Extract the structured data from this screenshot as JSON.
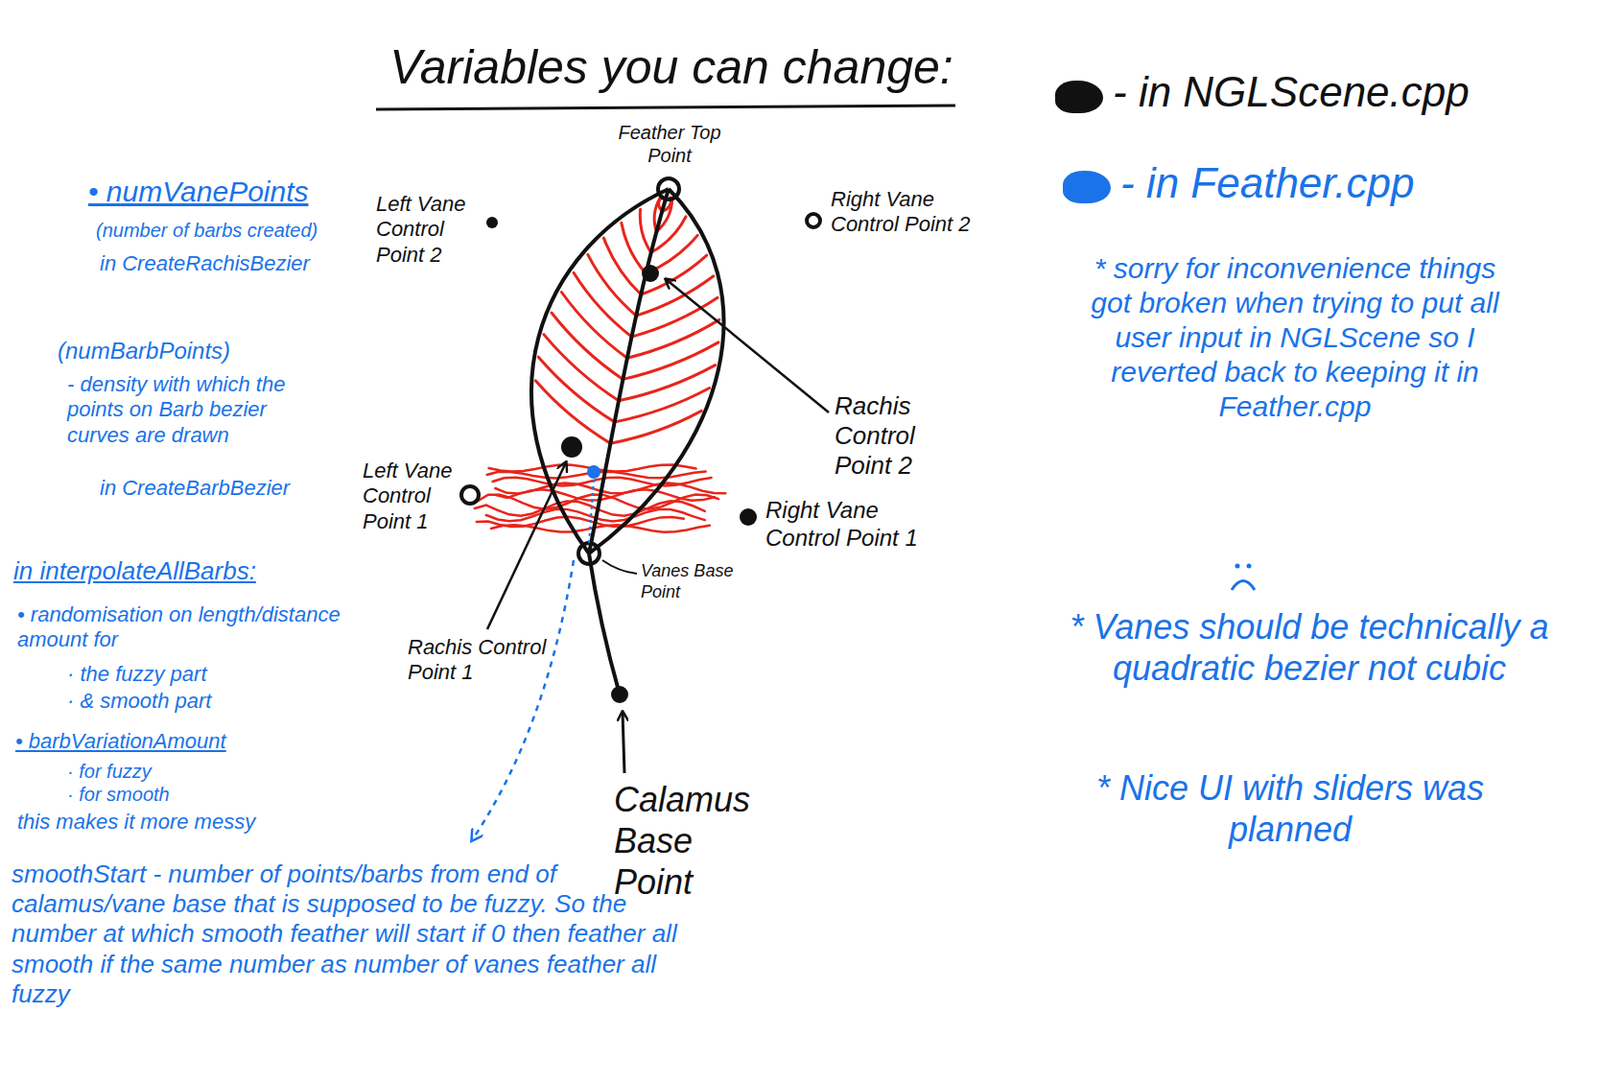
{
  "diagram": {
    "title": "Variables you can change:",
    "labels": [
      "Feather Top Point",
      "Left Vane Control Point 2",
      "Right Vane Control Point 2",
      "Rachis Control Point 2",
      "Left Vane Control Point 1",
      "Right Vane Control Point 1",
      "Vanes Base Point",
      "Rachis Control Point 1",
      "Calamus Base Point",
      "• numVanePoints",
      "(number of barbs created)",
      "in CreateRachisBezier",
      "(numBarbPoints)",
      "- density with which the points on Barb bezier curves are drawn",
      "in CreateBarbBezier",
      "in interpolateAllBarbs:",
      "• randomisation on length/distance amount for",
      "· the fuzzy part",
      "· & smooth part",
      "• barbVariationAmount",
      "· for fuzzy",
      "· for smooth",
      "this makes it more messy",
      "smoothStart - number of points/barbs from end of calamus/vane base that is supposed to be fuzzy. So the number at which smooth feather will start if 0 then feather all smooth if the same number as number of vanes feather all fuzzy",
      "* sorry for inconvenience things got broken when trying to put all user input in NGLScene so I reverted back to keeping it in Feather.cpp",
      "* Vanes should be technically a quadratic bezier not cubic",
      "* Nice UI with sliders was planned"
    ],
    "legend": [
      {
        "text": "- in NGLScene.cpp",
        "color": "#111111"
      },
      {
        "text": "- in Feather.cpp",
        "color": "#1a73e8"
      }
    ]
  }
}
